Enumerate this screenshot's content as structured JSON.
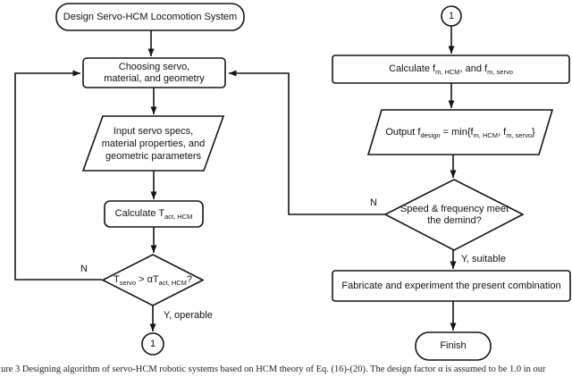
{
  "colors": {
    "stroke": "#141414",
    "background": "#ffffff"
  },
  "nodes": {
    "start": {
      "shape": "terminator",
      "parts": [
        {
          "t": "Design Servo-HCM Locomotion System"
        }
      ]
    },
    "choose": {
      "shape": "process",
      "parts": [
        {
          "t": "Choosing servo,"
        },
        {
          "br": true
        },
        {
          "t": "material, and geometry"
        }
      ]
    },
    "input_specs": {
      "shape": "input-parallelogram",
      "parts": [
        {
          "t": "Input servo specs,"
        },
        {
          "br": true
        },
        {
          "t": "material properties, and"
        },
        {
          "br": true
        },
        {
          "t": "geometric parameters"
        }
      ]
    },
    "calc_torque": {
      "shape": "process",
      "parts": [
        {
          "t": "Calculate T"
        },
        {
          "t": "act, HCM",
          "sub": true
        }
      ]
    },
    "torque_check": {
      "shape": "decision",
      "parts": [
        {
          "t": "T"
        },
        {
          "t": "servo",
          "sub": true
        },
        {
          "t": " > αT"
        },
        {
          "t": "act, HCM",
          "sub": true
        },
        {
          "t": "?"
        }
      ]
    },
    "connector_left": {
      "shape": "connector-circle",
      "parts": [
        {
          "t": "1"
        }
      ]
    },
    "connector_right": {
      "shape": "connector-circle",
      "parts": [
        {
          "t": "1"
        }
      ]
    },
    "calc_freq": {
      "shape": "process",
      "parts": [
        {
          "t": "Calculate f"
        },
        {
          "t": "m, HCM",
          "sub": true
        },
        {
          "t": ", and f"
        },
        {
          "t": "m, servo",
          "sub": true
        }
      ]
    },
    "output_design": {
      "shape": "output-parallelogram",
      "parts": [
        {
          "t": "Output f"
        },
        {
          "t": "design",
          "sub": true
        },
        {
          "t": " = min{f"
        },
        {
          "t": "m, HCM",
          "sub": true
        },
        {
          "t": ", f"
        },
        {
          "t": "m, servo",
          "sub": true
        },
        {
          "t": "}"
        }
      ]
    },
    "freq_check": {
      "shape": "decision",
      "parts": [
        {
          "t": "Speed & frequency meet"
        },
        {
          "br": true
        },
        {
          "t": "the demind?"
        }
      ]
    },
    "fabricate": {
      "shape": "process",
      "parts": [
        {
          "t": "Fabricate and experiment the present combination"
        }
      ]
    },
    "finish": {
      "shape": "terminator",
      "parts": [
        {
          "t": "Finish"
        }
      ]
    }
  },
  "edge_labels": {
    "torque_no": "N",
    "torque_yes": "Y, operable",
    "freq_no": "N",
    "freq_yes": "Y, suitable"
  },
  "figure": {
    "caption": "ure 3 Designing algorithm of servo-HCM robotic systems based on HCM theory of Eq. (16)-(20). The design factor α is assumed to be 1.0 in our"
  }
}
